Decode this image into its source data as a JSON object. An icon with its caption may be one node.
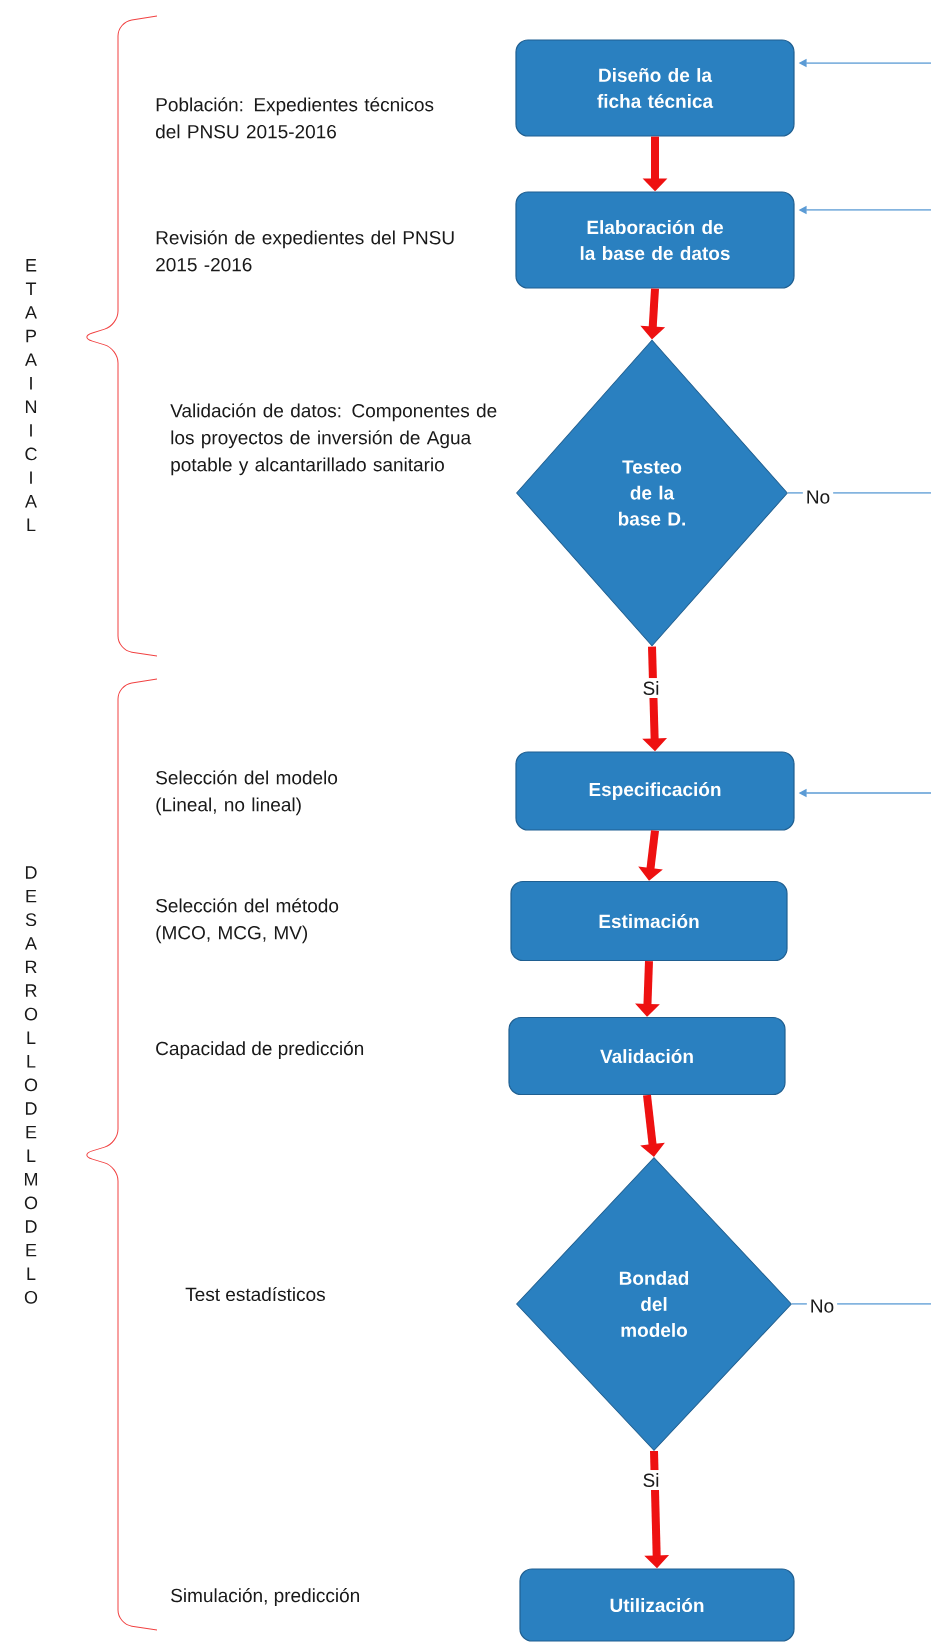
{
  "diagram": {
    "nodes": [
      {
        "text": [
          "Diseño de la ficha técnica"
        ]
      },
      {
        "text": [
          "Elaboración de la base de datos"
        ]
      },
      {
        "text": [
          "Testeo de la base D."
        ]
      },
      {
        "text": [
          "Especificación"
        ]
      },
      {
        "text": [
          "Estimación"
        ]
      },
      {
        "text": [
          "Validación"
        ]
      },
      {
        "text": [
          "Bondad del modelo"
        ]
      },
      {
        "text": [
          "Utilización"
        ]
      }
    ],
    "edges": [
      {
        "from": 0,
        "to": 1,
        "arrow": "to"
      },
      {
        "from": 1,
        "to": 2,
        "arrow": "to"
      },
      {
        "from": 2,
        "to": 3,
        "arrow": "to",
        "label": "Si"
      },
      {
        "from": 3,
        "to": 4,
        "arrow": "to"
      },
      {
        "from": 4,
        "to": 5,
        "arrow": "to"
      },
      {
        "from": 5,
        "to": 6,
        "arrow": "to"
      },
      {
        "from": 6,
        "to": 7,
        "arrow": "to",
        "label": "Si"
      },
      {
        "from": null,
        "to": 0,
        "arrow": "to",
        "color": "#5b9bd5"
      },
      {
        "from": null,
        "to": 1,
        "arrow": "to",
        "color": "#5b9bd5"
      },
      {
        "from": 2,
        "to": null,
        "arrow": "none",
        "color": "#5b9bd5",
        "label": "No"
      },
      {
        "from": null,
        "to": 3,
        "arrow": "to",
        "color": "#5b9bd5"
      },
      {
        "from": 6,
        "to": null,
        "arrow": "none",
        "color": "#5b9bd5",
        "label": "No"
      }
    ],
    "labels": [
      "ETAPA INICIAL",
      "Población: Expedientes técnicos del PNSU 2015-2016",
      "Revisión de expedientes del PNSU  2015 -2016",
      "Validación de datos: Componentes de los proyectos de inversión de Agua potable y alcantarillado sanitario",
      "DESARROLLO DEL MODELO",
      "Selección del modelo (Lineal, no lineal)",
      "Selección del método (MCO, MCG, MV)",
      "Capacidad de predicción",
      "Test estadísticos",
      "Simulación, predicción"
    ]
  }
}
